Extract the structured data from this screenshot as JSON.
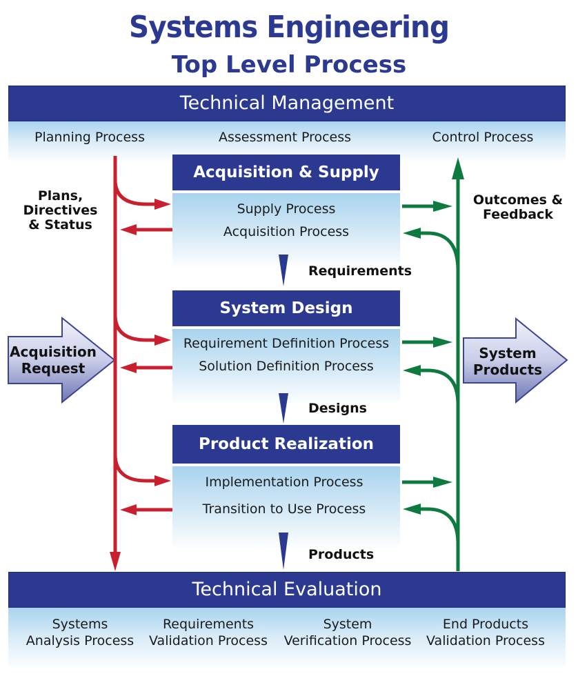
{
  "title": {
    "main": "Systems Engineering",
    "sub": "Top Level Process"
  },
  "technical_management": {
    "label": "Technical Management",
    "processes": [
      "Planning Process",
      "Assessment Process",
      "Control Process"
    ]
  },
  "left_flow_label": [
    "Plans,",
    "Directives",
    "& Status"
  ],
  "right_flow_label": [
    "Outcomes &",
    "Feedback"
  ],
  "acquisition_supply": {
    "label": "Acquisition & Supply",
    "processes": [
      "Supply Process",
      "Acquisition Process"
    ]
  },
  "requirements_label": "Requirements",
  "system_design": {
    "label": "System Design",
    "processes": [
      "Requirement Definition Process",
      "Solution Definition Process"
    ]
  },
  "designs_label": "Designs",
  "product_realization": {
    "label": "Product Realization",
    "processes": [
      "Implementation Process",
      "Transition to Use Process"
    ]
  },
  "products_label": "Products",
  "input_arrow": [
    "Acquisition",
    "Request"
  ],
  "output_arrow": [
    "System",
    "Products"
  ],
  "technical_evaluation": {
    "label": "Technical Evaluation",
    "processes": [
      [
        "Systems",
        "Analysis Process"
      ],
      [
        "Requirements",
        "Validation Process"
      ],
      [
        "System",
        "Verification Process"
      ],
      [
        "End Products",
        "Validation Process"
      ]
    ]
  },
  "colors": {
    "band": "#2b3990",
    "red_arrow": "#c8202f",
    "green_arrow": "#0f7a3f",
    "title": "#2b3990"
  }
}
